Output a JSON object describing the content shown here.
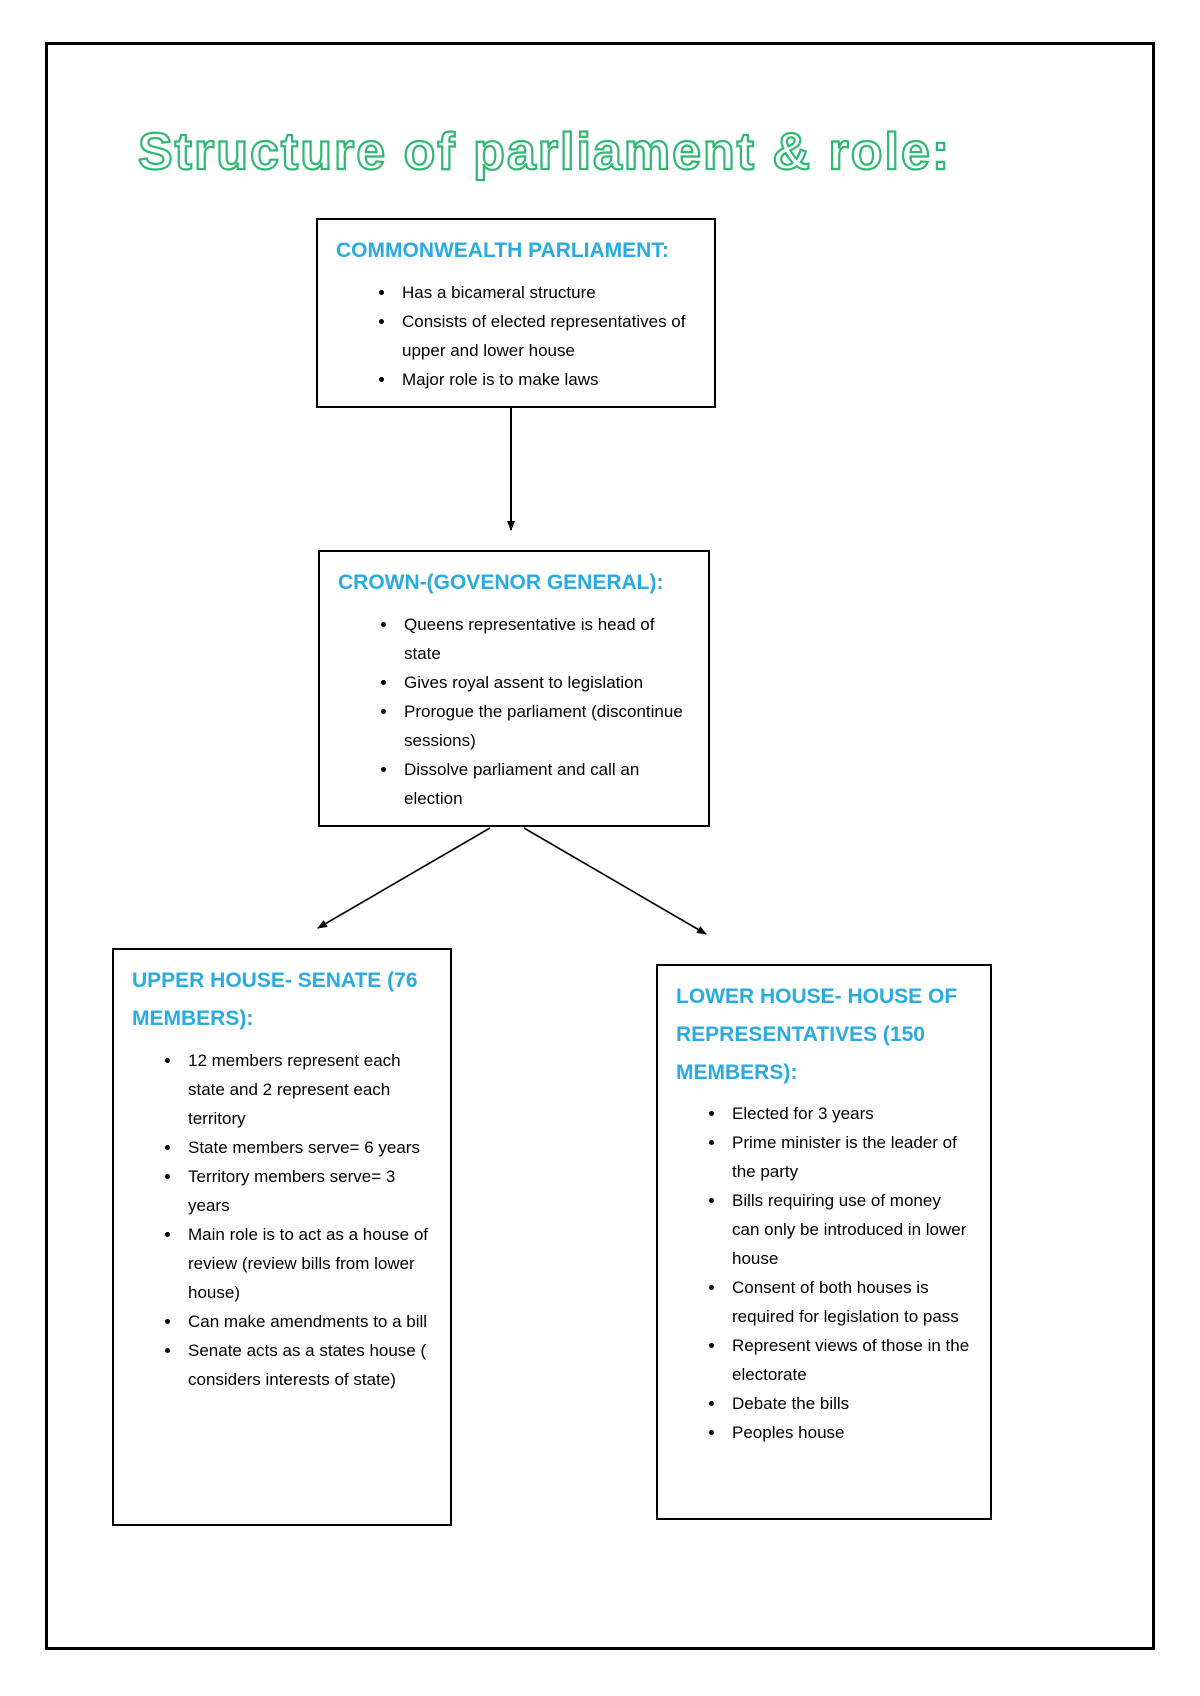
{
  "title": "Structure of parliament & role:",
  "colors": {
    "title_green": "#2eb872",
    "heading_blue": "#29abe2",
    "body_text": "#000000",
    "border": "#000000"
  },
  "boxes": {
    "commonwealth": {
      "title": "COMMONWEALTH PARLIAMENT:",
      "bullets": [
        "Has a bicameral structure",
        "Consists of elected representatives of upper and lower house",
        "Major role is to make laws"
      ]
    },
    "crown": {
      "title": "CROWN-(GOVENOR GENERAL):",
      "bullets": [
        "Queens representative is head of state",
        "Gives royal assent to legislation",
        "Prorogue the parliament (discontinue sessions)",
        "Dissolve parliament and call an election"
      ]
    },
    "upper_house": {
      "title": "UPPER HOUSE- SENATE (76 MEMBERS):",
      "bullets": [
        "12 members represent each state and 2 represent each territory",
        "State members serve= 6 years",
        "Territory members serve= 3 years",
        "Main role is to act as a house of review (review bills from lower house)",
        "Can make amendments to a bill",
        "Senate acts as a states house ( considers interests of state)"
      ]
    },
    "lower_house": {
      "title": "LOWER HOUSE- HOUSE OF REPRESENTATIVES (150 MEMBERS):",
      "bullets": [
        "Elected for 3 years",
        "Prime minister is the leader of the party",
        "Bills requiring use of money can only be introduced in lower house",
        "Consent of both houses is required for legislation to pass",
        "Represent views of those in the electorate",
        "Debate the bills",
        "Peoples house"
      ]
    }
  }
}
